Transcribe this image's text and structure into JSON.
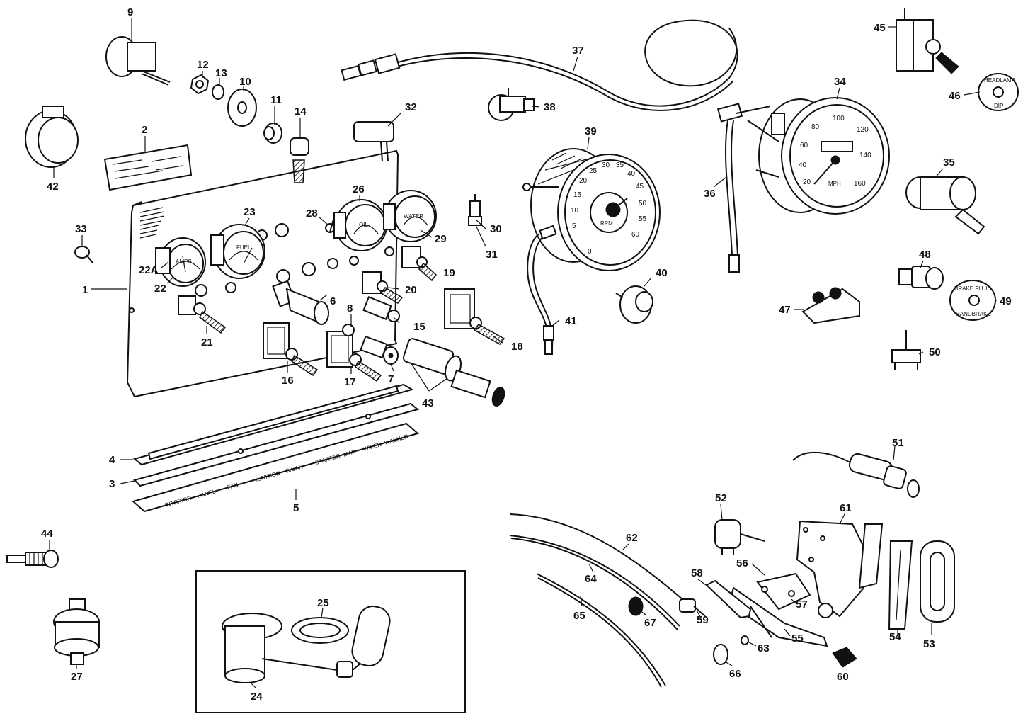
{
  "callouts": [
    {
      "n": "1"
    },
    {
      "n": "2"
    },
    {
      "n": "3"
    },
    {
      "n": "4"
    },
    {
      "n": "5"
    },
    {
      "n": "6"
    },
    {
      "n": "7"
    },
    {
      "n": "8"
    },
    {
      "n": "9"
    },
    {
      "n": "10"
    },
    {
      "n": "11"
    },
    {
      "n": "12"
    },
    {
      "n": "13"
    },
    {
      "n": "14"
    },
    {
      "n": "15"
    },
    {
      "n": "16"
    },
    {
      "n": "17"
    },
    {
      "n": "18"
    },
    {
      "n": "19"
    },
    {
      "n": "20"
    },
    {
      "n": "21"
    },
    {
      "n": "22"
    },
    {
      "n": "22A"
    },
    {
      "n": "23"
    },
    {
      "n": "24"
    },
    {
      "n": "25"
    },
    {
      "n": "26"
    },
    {
      "n": "27"
    },
    {
      "n": "28"
    },
    {
      "n": "29"
    },
    {
      "n": "30"
    },
    {
      "n": "31"
    },
    {
      "n": "32"
    },
    {
      "n": "33"
    },
    {
      "n": "34"
    },
    {
      "n": "35"
    },
    {
      "n": "36"
    },
    {
      "n": "37"
    },
    {
      "n": "38"
    },
    {
      "n": "39"
    },
    {
      "n": "40"
    },
    {
      "n": "41"
    },
    {
      "n": "42"
    },
    {
      "n": "43"
    },
    {
      "n": "44"
    },
    {
      "n": "45"
    },
    {
      "n": "46"
    },
    {
      "n": "47"
    },
    {
      "n": "48"
    },
    {
      "n": "49"
    },
    {
      "n": "50"
    },
    {
      "n": "51"
    },
    {
      "n": "52"
    },
    {
      "n": "53"
    },
    {
      "n": "54"
    },
    {
      "n": "55"
    },
    {
      "n": "56"
    },
    {
      "n": "57"
    },
    {
      "n": "58"
    },
    {
      "n": "59"
    },
    {
      "n": "60"
    },
    {
      "n": "61"
    },
    {
      "n": "62"
    },
    {
      "n": "63"
    },
    {
      "n": "64"
    },
    {
      "n": "65"
    },
    {
      "n": "66"
    },
    {
      "n": "67"
    }
  ],
  "gauge_labels": {
    "amps": "AMPS",
    "fuel": "FUEL",
    "oil": "OIL",
    "water": "WATER",
    "rpm": "RPM",
    "mph": "MPH"
  },
  "tach_scale": [
    "0",
    "5",
    "10",
    "15",
    "20",
    "25",
    "30",
    "35",
    "40",
    "45",
    "50",
    "55",
    "60"
  ],
  "speedo_scale": [
    "20",
    "40",
    "60",
    "80",
    "100",
    "120",
    "140",
    "160"
  ],
  "strip_labels": [
    "INTERIOR",
    "PANEL",
    "FAN",
    "IGNITION",
    "CIGAR",
    "STARTER",
    "MAP",
    "WIPER",
    "WASHER"
  ],
  "ring_46": [
    "HEADLAMP",
    "DIP"
  ],
  "ring_49": [
    "BRAKE FLUID",
    "HANDBRAKE"
  ],
  "colors": {
    "ink": "#111111",
    "paper": "#ffffff"
  }
}
